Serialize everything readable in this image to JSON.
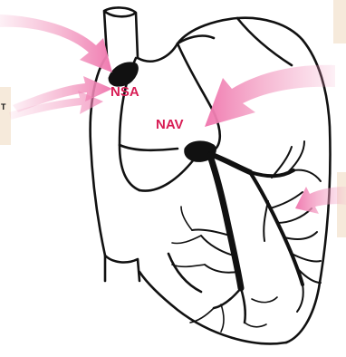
{
  "colors": {
    "outline": "#111111",
    "arrow": "#f29ac0",
    "label": "#d81d55",
    "side_panel": "#f6eadb"
  },
  "labels": {
    "nsa": "NSA",
    "nav": "NAV",
    "left_edge_fragment": "T"
  }
}
